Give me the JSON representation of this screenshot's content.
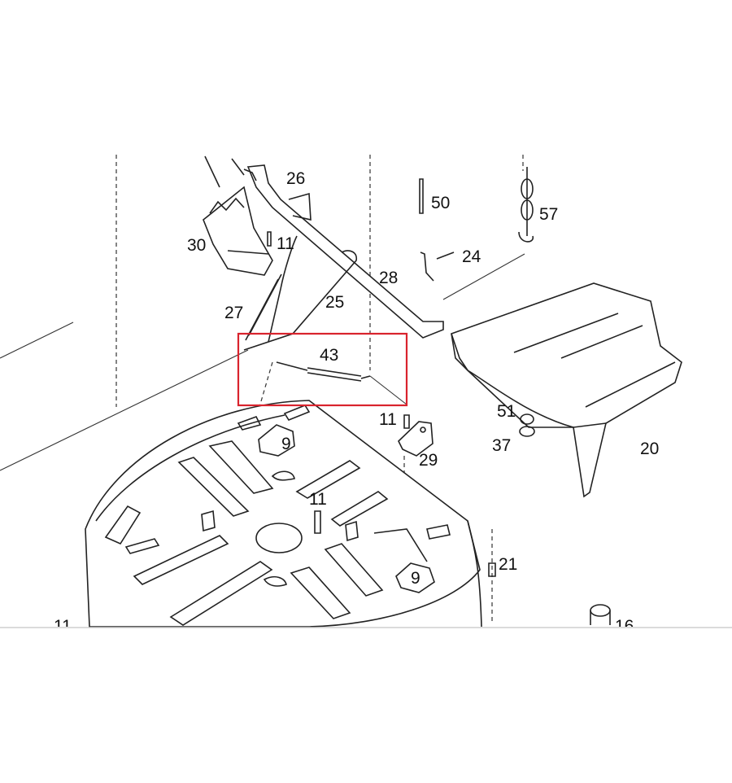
{
  "labels": {
    "p26": "26",
    "p50": "50",
    "p57": "57",
    "p30": "30",
    "p11a": "11",
    "p24": "24",
    "p28": "28",
    "p25": "25",
    "p27": "27",
    "p43": "43",
    "p51": "51",
    "p37": "37",
    "p20": "20",
    "p11b": "11",
    "p29": "29",
    "p9a": "9",
    "p11c": "11",
    "p21": "21",
    "p9b": "9",
    "p11d": "11",
    "p16": "16"
  },
  "colors": {
    "highlight": "#d9232d",
    "ink": "#222222",
    "separator": "#cfcfcf"
  }
}
